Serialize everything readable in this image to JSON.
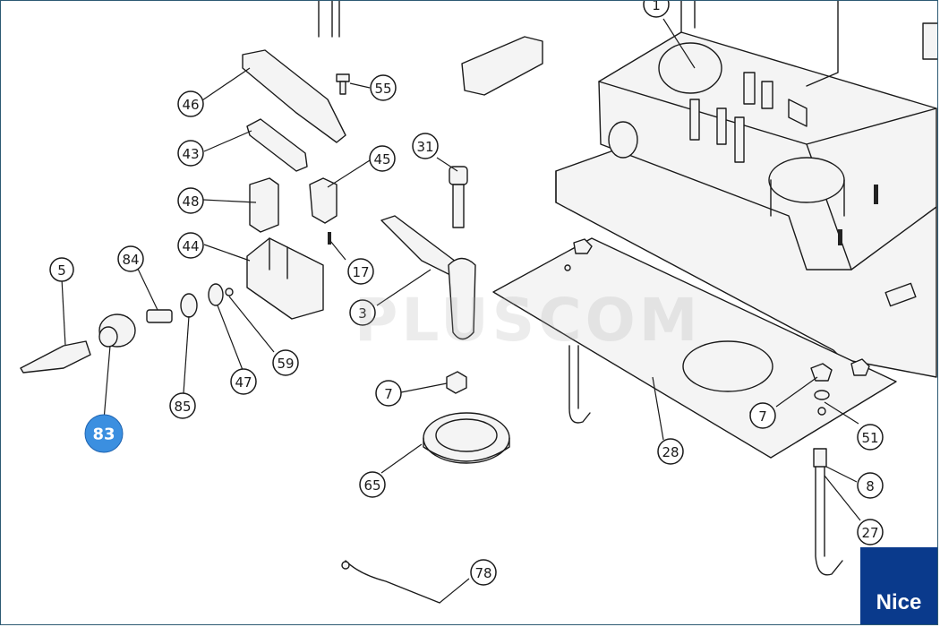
{
  "diagram": {
    "callouts": [
      {
        "id": "c1",
        "label": "1"
      },
      {
        "id": "c55",
        "label": "55"
      },
      {
        "id": "c46",
        "label": "46"
      },
      {
        "id": "c43",
        "label": "43"
      },
      {
        "id": "c45",
        "label": "45"
      },
      {
        "id": "c31",
        "label": "31"
      },
      {
        "id": "c48",
        "label": "48"
      },
      {
        "id": "c44",
        "label": "44"
      },
      {
        "id": "c17",
        "label": "17"
      },
      {
        "id": "c5",
        "label": "5"
      },
      {
        "id": "c84",
        "label": "84"
      },
      {
        "id": "c3",
        "label": "3"
      },
      {
        "id": "c59",
        "label": "59"
      },
      {
        "id": "c47",
        "label": "47"
      },
      {
        "id": "c85",
        "label": "85"
      },
      {
        "id": "c7a",
        "label": "7"
      },
      {
        "id": "c7b",
        "label": "7"
      },
      {
        "id": "c51",
        "label": "51"
      },
      {
        "id": "c28",
        "label": "28"
      },
      {
        "id": "c65",
        "label": "65"
      },
      {
        "id": "c8",
        "label": "8"
      },
      {
        "id": "c27",
        "label": "27"
      },
      {
        "id": "c78",
        "label": "78"
      },
      {
        "id": "c83",
        "label": "83",
        "highlighted": true
      }
    ],
    "highlight_color": "#3b8fe0"
  },
  "watermark": "PLUSCOM",
  "brand": {
    "name": "Nice",
    "color": "#0a3a8c"
  }
}
